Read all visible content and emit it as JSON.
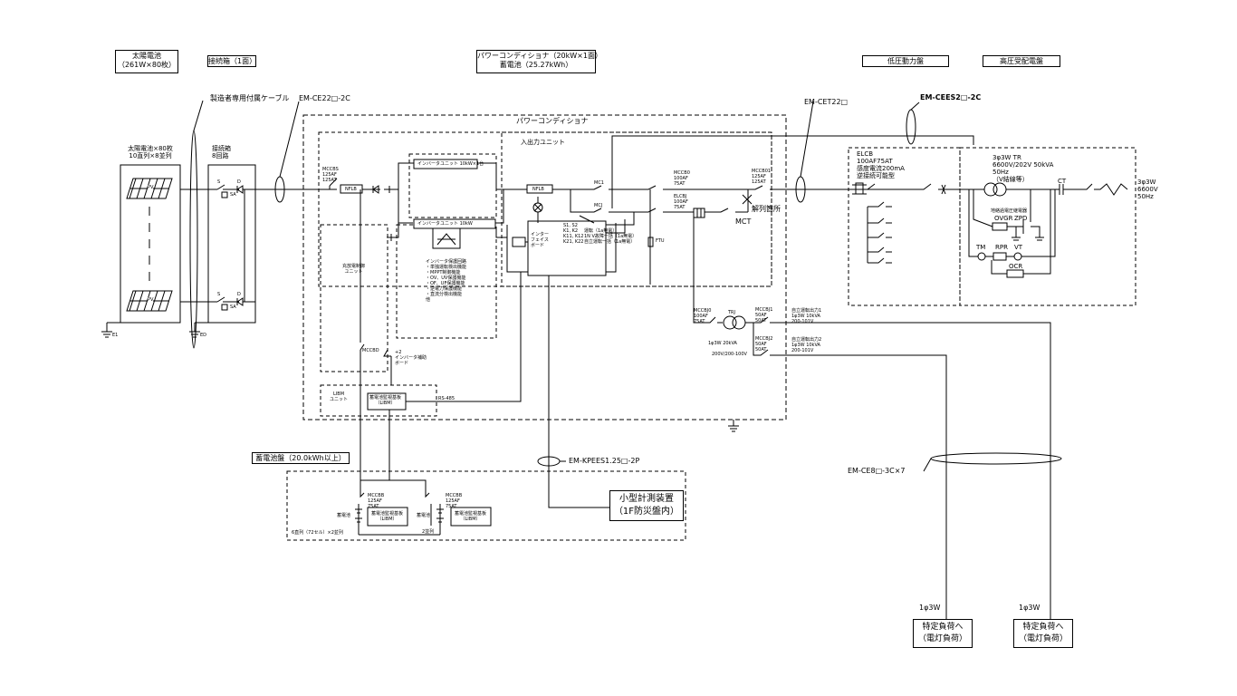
{
  "header_boxes": {
    "solar": [
      "太陽電池",
      "（261W×80枚）"
    ],
    "junction": "接続箱（1面）",
    "pcs": [
      "パワーコンディショナ（20kW×1面）",
      "蓄電池（25.27kWh）"
    ],
    "low_voltage": "低圧動力盤",
    "high_voltage": "高圧受配電盤"
  },
  "labels": {
    "solar_array": [
      "太陽電池×80枚",
      "10直列×8並列"
    ],
    "junction_box": [
      "接続箱",
      "8回路"
    ],
    "maker_cable": "製造者専用付属ケーブル",
    "cable_ce22": "EM-CE22□-2C",
    "cable_cet22": "EM-CET22□",
    "cable_cees": "EM-CEES2□-2C",
    "cable_kpees": "EM-KPEES1.25□-2P",
    "cable_ce8": "EM-CE8□-3C×7",
    "pcs_title": "パワーコンディショナ",
    "io_unit": "入出力ユニット",
    "inverter_unit_1": "インバータユニット 10kW×1台",
    "inverter_unit_2": "インバータユニット 10kW",
    "charge_control": [
      "充放電制御",
      "ユニット"
    ],
    "protection_title": "インバータ保護回路",
    "protection_items": [
      "・単独運転検出機能",
      "・MPPT制御機能",
      "・OV、UV保護機能",
      "・OF、UF保護機能",
      "・逆電力保護機能",
      "・直流分検出機能",
      "他"
    ],
    "interface_board": [
      "インター",
      "フェイス",
      "ボード"
    ],
    "control_signals": [
      "S1, S2",
      "K1, K2",
      "K11, K12",
      "K21, K22"
    ],
    "control_signal_desc": [
      "運転（1a無電）",
      "1N V故障一括（1a無電）",
      "自立運転一括（1a無電）"
    ],
    "pcs_breaker": [
      "MCCBS",
      "125AF",
      "125AT"
    ],
    "nflb": "NFLB",
    "mc1": "MC1",
    "mcj": "MCJ",
    "mccb0": [
      "MCCB0",
      "100AF",
      "75AT"
    ],
    "elcbj": [
      "ELCBJ",
      "100AF",
      "75AT"
    ],
    "mccb01": [
      "MCCB01",
      "125AF",
      "125AT"
    ],
    "ftu": "FTU",
    "mct": "MCT",
    "release_point": "解列箇所",
    "elcb": [
      "ELCB",
      "100AF75AT",
      "感度電流200mA",
      "逆接続可能型"
    ],
    "tr": [
      "3φ3W  TR",
      "6600V/202V  50kVA",
      "50Hz",
      "（V結線等）"
    ],
    "ovgr_title": "地絡過電圧継電器",
    "ovgr": "OVGR",
    "zpd": "ZPD",
    "tm": "TM",
    "rpr": "RPR",
    "vt": "VT",
    "ocr": "OCR",
    "ct": "CT",
    "utility": [
      "3φ3W",
      "6600V",
      "50Hz"
    ],
    "mccbj0": [
      "MCCBJ0",
      "100AF",
      "75AT"
    ],
    "trj": [
      "TRJ",
      "1φ3W  20kVA",
      "200V/200-100V"
    ],
    "mccbj1": [
      "MCCBJ1",
      "50AF",
      "50AT"
    ],
    "mccbj2": [
      "MCCBJ2",
      "50AF",
      "50AT"
    ],
    "out1": [
      "自立運転出力1",
      "1φ3W  10kVA",
      "200-101V"
    ],
    "out2": [
      "自立運転出力2",
      "1φ3W  10kVA",
      "200-101V"
    ],
    "libm_unit": [
      "LIBM",
      "ユニット"
    ],
    "libm_board": [
      "蓄電池監視基板",
      "（LIBM）"
    ],
    "rs485": "RS-485",
    "mccbd": "MCCBD",
    "inv_aux": [
      "+2",
      "インバータ補助",
      "ボード"
    ],
    "battery_panel": "蓄電池盤（20.0kWh以上）",
    "mccbb": [
      "MCCBB",
      "125AF",
      "75AT"
    ],
    "battery": "蓄電池",
    "series_note": "6直列（72セル）×2並列",
    "parallel_note": "2並列",
    "small_meter": [
      "小型計測装置",
      "（1F防災盤内）"
    ],
    "load1": [
      "1φ3W",
      "特定負荷へ",
      "（電灯負荷）"
    ],
    "load2": [
      "1φ3W",
      "特定負荷へ",
      "（電灯負荷）"
    ],
    "s_label": "S",
    "d_label": "D",
    "sa_label": "SA",
    "pv": "PV",
    "earth_e1": "E1",
    "earth_ed": "ED"
  }
}
